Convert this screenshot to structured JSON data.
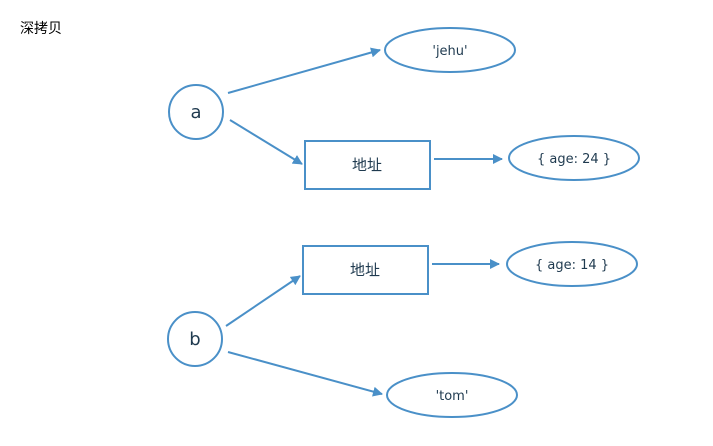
{
  "title": "深拷贝",
  "colors": {
    "stroke": "#4a90c8",
    "text": "#1f3a4f"
  },
  "diagram_a": {
    "variable": "a",
    "string_value": "'jehu'",
    "address_label": "地址",
    "object_value": "{ age: 24 }"
  },
  "diagram_b": {
    "variable": "b",
    "string_value": "'tom'",
    "address_label": "地址",
    "object_value": "{ age: 14 }"
  }
}
